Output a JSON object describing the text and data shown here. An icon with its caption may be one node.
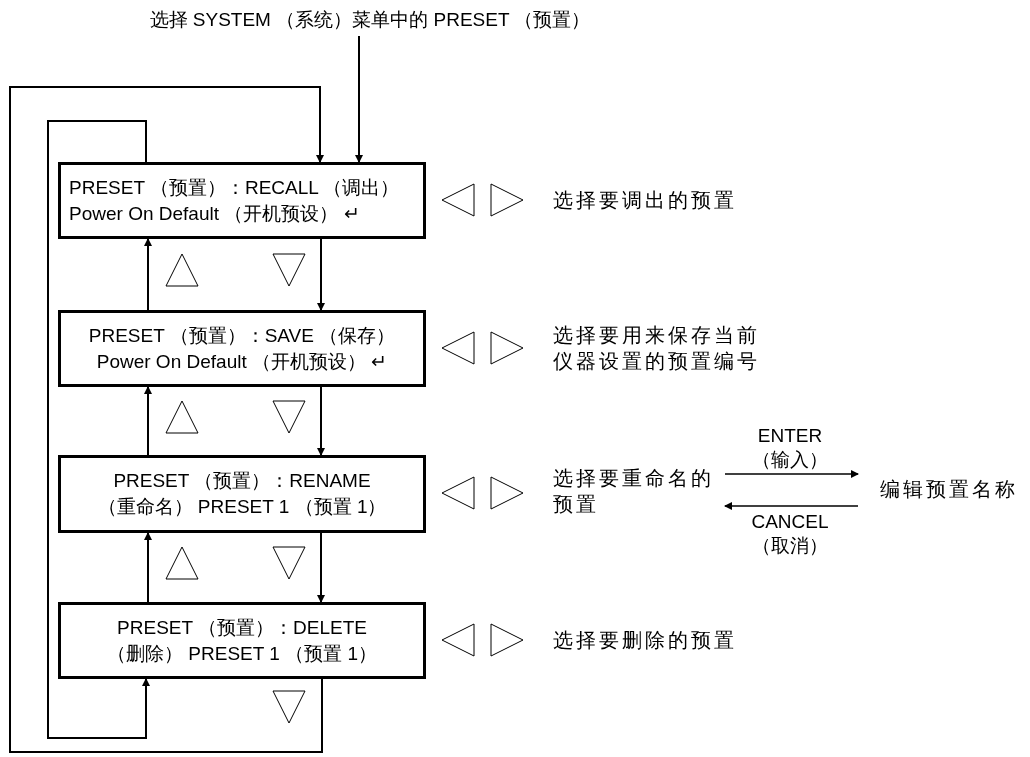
{
  "diagram": {
    "nodes": [
      {
        "text": [
          "选择 SYSTEM （系统）菜单中的 PRESET （预置）"
        ]
      },
      {
        "text": [
          "PRESET （预置）：RECALL （调出） Power On Default （开机预设） ↵"
        ]
      },
      {
        "text": [
          "PRESET （预置）：SAVE （保存） Power On Default （开机预设） ↵"
        ]
      },
      {
        "text": [
          "PRESET （预置）：RENAME （重命名） PRESET 1 （预置 1）"
        ]
      },
      {
        "text": [
          "PRESET （预置）：DELETE （删除） PRESET 1 （预置 1）"
        ]
      },
      {
        "text": [
          "选择要重命名的预置"
        ]
      },
      {
        "text": [
          "编辑预置名称"
        ]
      }
    ],
    "edges": [
      {
        "from": 0,
        "to": 1,
        "arrow": "to"
      },
      {
        "from": 1,
        "to": 2,
        "arrow": "to"
      },
      {
        "from": 2,
        "to": 1,
        "arrow": "to"
      },
      {
        "from": 2,
        "to": 3,
        "arrow": "to"
      },
      {
        "from": 3,
        "to": 2,
        "arrow": "to"
      },
      {
        "from": 3,
        "to": 4,
        "arrow": "to"
      },
      {
        "from": 4,
        "to": 3,
        "arrow": "to"
      },
      {
        "from": 4,
        "to": 1,
        "arrow": "to"
      },
      {
        "from": 1,
        "to": 4,
        "arrow": "to"
      },
      {
        "from": 5,
        "to": 6,
        "arrow": "to",
        "label": "ENTER （输入）"
      },
      {
        "from": 6,
        "to": 5,
        "arrow": "to",
        "label": "CANCEL （取消）"
      }
    ],
    "labels": [
      "选择要调出的预置",
      "选择要用来保存当前仪器设置的预置编号",
      "选择要删除的预置"
    ]
  }
}
